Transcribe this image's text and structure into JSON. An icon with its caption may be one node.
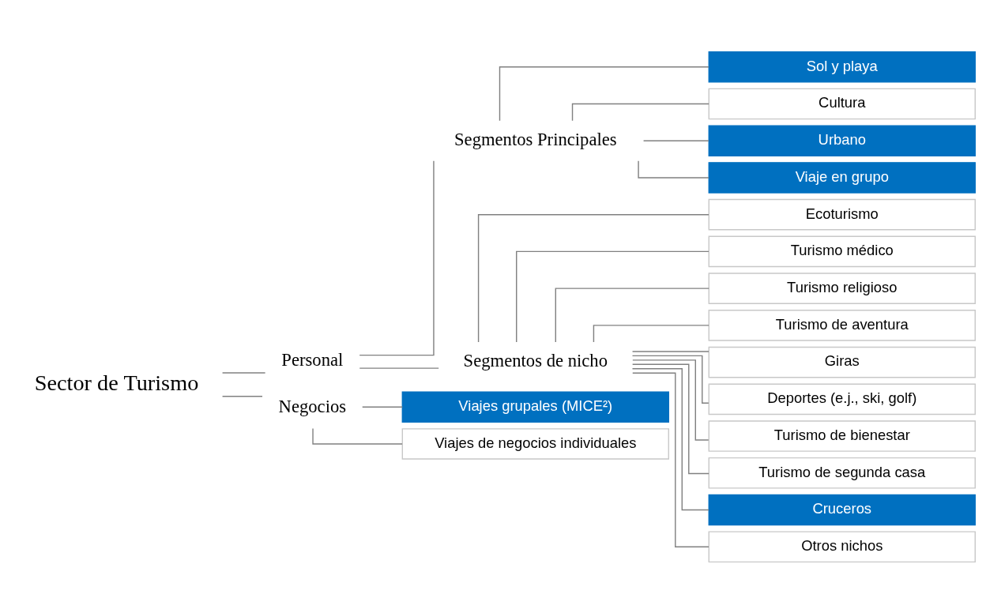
{
  "diagram": {
    "nodes": [
      {
        "text": [
          "Sector de Turismo"
        ]
      },
      {
        "text": [
          "Personal"
        ]
      },
      {
        "text": [
          "Segmentos Principales"
        ]
      },
      {
        "text": [
          "Sol y playa"
        ]
      },
      {
        "text": [
          "Cultura"
        ]
      },
      {
        "text": [
          "Urbano"
        ]
      },
      {
        "text": [
          "Viaje en grupo"
        ]
      },
      {
        "text": [
          "Segmentos de nicho"
        ]
      },
      {
        "text": [
          "Ecoturismo"
        ]
      },
      {
        "text": [
          "Turismo médico"
        ]
      },
      {
        "text": [
          "Turismo religioso"
        ]
      },
      {
        "text": [
          "Turismo de aventura"
        ]
      },
      {
        "text": [
          "Giras"
        ]
      },
      {
        "text": [
          "Deportes (e.j., ski, golf)"
        ]
      },
      {
        "text": [
          "Turismo de bienestar"
        ]
      },
      {
        "text": [
          "Turismo de segunda casa"
        ]
      },
      {
        "text": [
          "Cruceros"
        ]
      },
      {
        "text": [
          "Otros nichos"
        ]
      },
      {
        "text": [
          "Negocios"
        ]
      },
      {
        "text": [
          "Viajes grupales (MICE²)"
        ]
      },
      {
        "text": [
          "Viajes de negocios individuales"
        ]
      }
    ],
    "edges": [
      {
        "from": 0,
        "to": 1,
        "arrow": "none"
      },
      {
        "from": 0,
        "to": 18,
        "arrow": "none"
      },
      {
        "from": 1,
        "to": 2,
        "arrow": "none"
      },
      {
        "from": 1,
        "to": 7,
        "arrow": "none"
      },
      {
        "from": 2,
        "to": 3,
        "arrow": "none"
      },
      {
        "from": 2,
        "to": 4,
        "arrow": "none"
      },
      {
        "from": 2,
        "to": 5,
        "arrow": "none"
      },
      {
        "from": 2,
        "to": 6,
        "arrow": "none"
      },
      {
        "from": 7,
        "to": 8,
        "arrow": "none"
      },
      {
        "from": 7,
        "to": 9,
        "arrow": "none"
      },
      {
        "from": 7,
        "to": 10,
        "arrow": "none"
      },
      {
        "from": 7,
        "to": 11,
        "arrow": "none"
      },
      {
        "from": 7,
        "to": 12,
        "arrow": "none"
      },
      {
        "from": 7,
        "to": 13,
        "arrow": "none"
      },
      {
        "from": 7,
        "to": 14,
        "arrow": "none"
      },
      {
        "from": 7,
        "to": 15,
        "arrow": "none"
      },
      {
        "from": 7,
        "to": 16,
        "arrow": "none"
      },
      {
        "from": 7,
        "to": 17,
        "arrow": "none"
      },
      {
        "from": 18,
        "to": 19,
        "arrow": "none"
      },
      {
        "from": 18,
        "to": 20,
        "arrow": "none"
      }
    ]
  }
}
